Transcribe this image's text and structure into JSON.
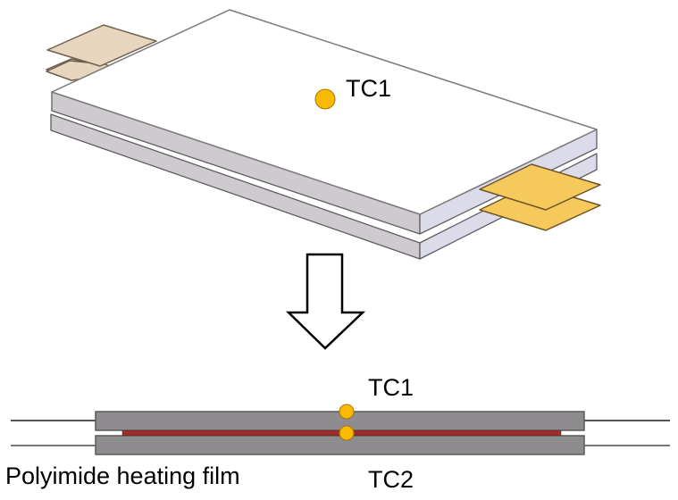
{
  "title": "Pouch cell with polyimide heating film and thermocouple placement",
  "colors": {
    "background": "#ffffff",
    "cell_top_face": "#ffffff",
    "cell_side": "#cfcbd2",
    "cell_side_right": "#dcdbe8",
    "cell_outline": "#6e6e6e",
    "tab_left": "#e8d5bd",
    "tab_left_edge": "#7a6a58",
    "tab_right": "#f6c95c",
    "tab_right_edge": "#7a6030",
    "thermocouple": "#fbb900",
    "thermocouple_edge": "#b07d00",
    "section_bar": "#8c8a8c",
    "section_bar_edge": "#5a5a5a",
    "heating_film": "#a52a2a",
    "wire": "#555555",
    "arrow": "#000000"
  },
  "views": {
    "isometric": {
      "name": "3D stacked pouch cells",
      "cell_count": 2,
      "sensor_label": "TC1"
    },
    "transition_arrow": {
      "direction": "down"
    },
    "cross_section": {
      "name": "Side cross-section",
      "sensor_top_label": "TC1",
      "sensor_bottom_label": "TC2",
      "film_label": "Polyimide heating film"
    }
  }
}
